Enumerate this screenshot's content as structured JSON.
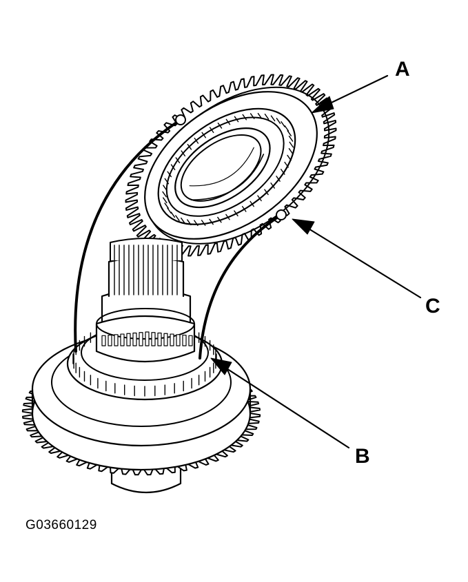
{
  "callouts": {
    "a": "A",
    "b": "B",
    "c": "C"
  },
  "figure_id": "G03660129",
  "colors": {
    "ink": "#000000",
    "paper": "#ffffff"
  }
}
